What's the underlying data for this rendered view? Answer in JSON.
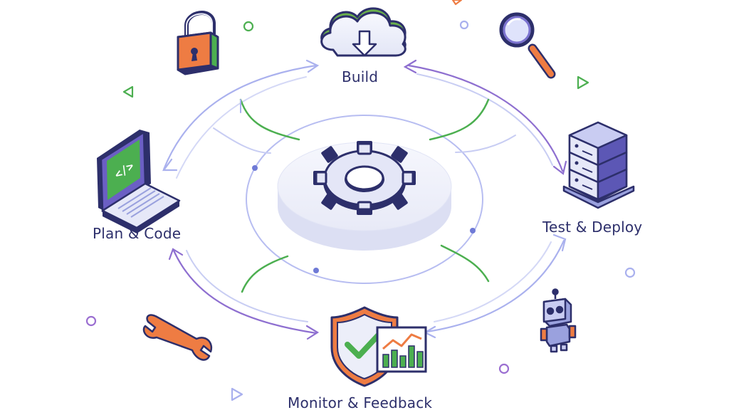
{
  "stages": {
    "build": "Build",
    "plan": "Plan & Code",
    "test": "Test & Deploy",
    "monitor": "Monitor & Feedback"
  },
  "icons": {
    "center": "gear-icon",
    "build": "cloud-download-icon",
    "plan": "laptop-code-icon",
    "test": "server-stack-icon",
    "monitor": "shield-check-chart-icon",
    "decorative": [
      "padlock-icon",
      "magnifier-icon",
      "wrench-icon",
      "robot-icon"
    ]
  },
  "colors": {
    "ink": "#2d2f6b",
    "purple": "#7b5cc4",
    "lavender": "#a9b0ee",
    "green": "#4caf50",
    "orange": "#ee7c43",
    "platform": "#eceef9"
  }
}
